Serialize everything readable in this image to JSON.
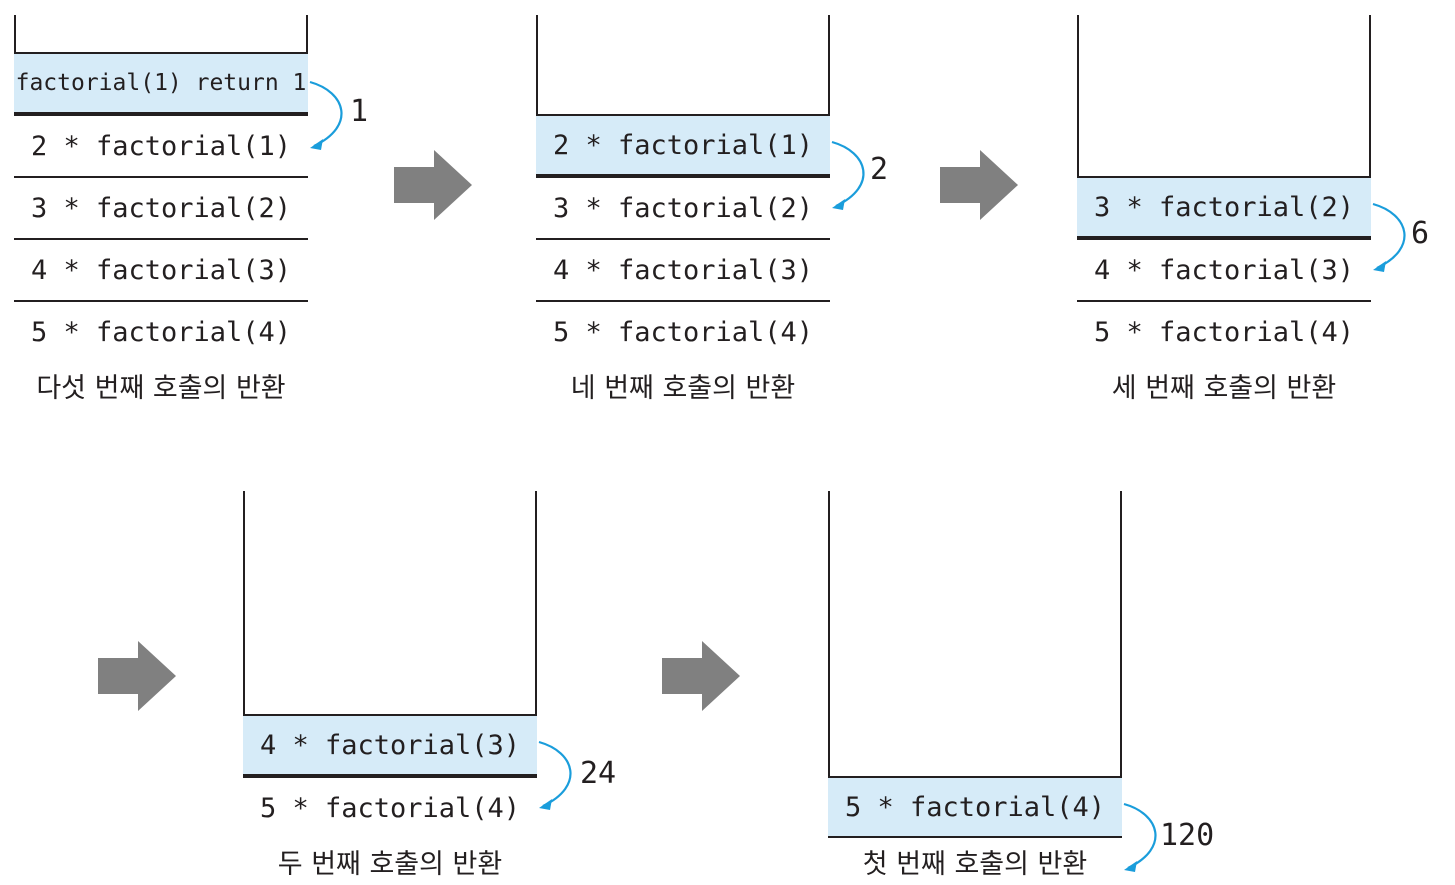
{
  "colors": {
    "highlight": "#d6ebf8",
    "line": "#231f20",
    "return_arrow": "#1a9ddb",
    "step_arrow": "#808080"
  },
  "stacks": [
    {
      "frames": [
        "factorial(1) return 1",
        "2 * factorial(1)",
        "3 * factorial(2)",
        "4 * factorial(3)",
        "5 * factorial(4)"
      ],
      "return_value": "1",
      "caption": "다섯 번째 호출의 반환"
    },
    {
      "frames": [
        "2 * factorial(1)",
        "3 * factorial(2)",
        "4 * factorial(3)",
        "5 * factorial(4)"
      ],
      "return_value": "2",
      "caption": "네 번째 호출의 반환"
    },
    {
      "frames": [
        "3 * factorial(2)",
        "4 * factorial(3)",
        "5 * factorial(4)"
      ],
      "return_value": "6",
      "caption": "세 번째 호출의 반환"
    },
    {
      "frames": [
        "4 * factorial(3)",
        "5 * factorial(4)"
      ],
      "return_value": "24",
      "caption": "두 번째 호출의 반환"
    },
    {
      "frames": [
        "5 * factorial(4)"
      ],
      "return_value": "120",
      "caption": "첫 번째 호출의 반환"
    }
  ],
  "step_arrows": [
    "right-arrow-icon",
    "right-arrow-icon",
    "right-arrow-icon",
    "right-arrow-icon"
  ]
}
